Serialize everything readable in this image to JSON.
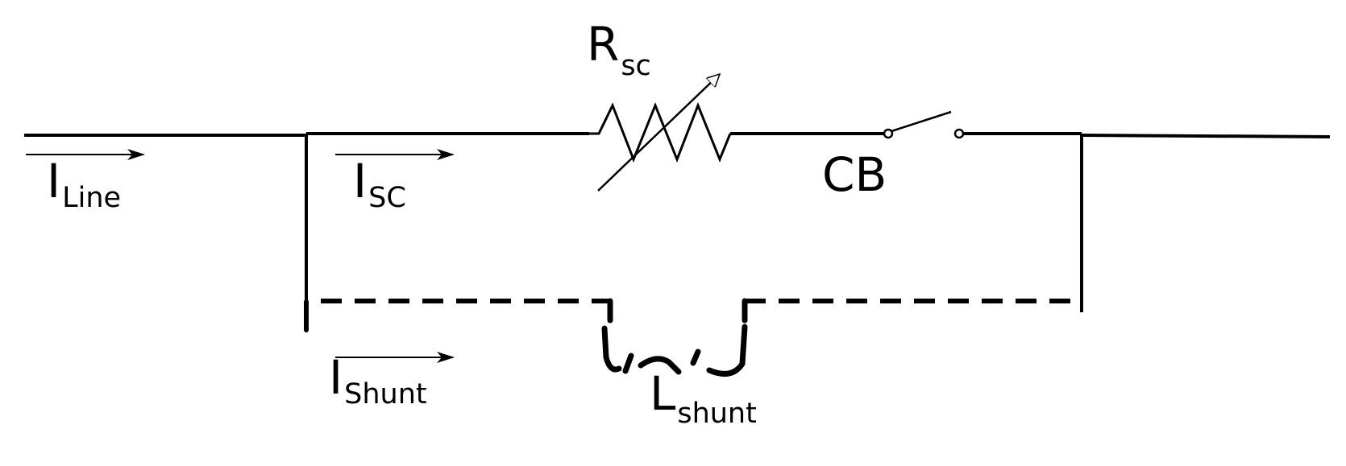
{
  "labels": {
    "i_line": {
      "main": "I",
      "sub": "Line"
    },
    "i_sc": {
      "main": "I",
      "sub": "SC"
    },
    "i_shunt": {
      "main": "I",
      "sub": "Shunt"
    },
    "r_sc": {
      "main": "R",
      "sub": "sc"
    },
    "cb": {
      "main": "CB"
    },
    "l_shunt": {
      "main": "L",
      "sub": "shunt"
    }
  },
  "colors": {
    "wire": "#000000",
    "background": "#ffffff"
  }
}
